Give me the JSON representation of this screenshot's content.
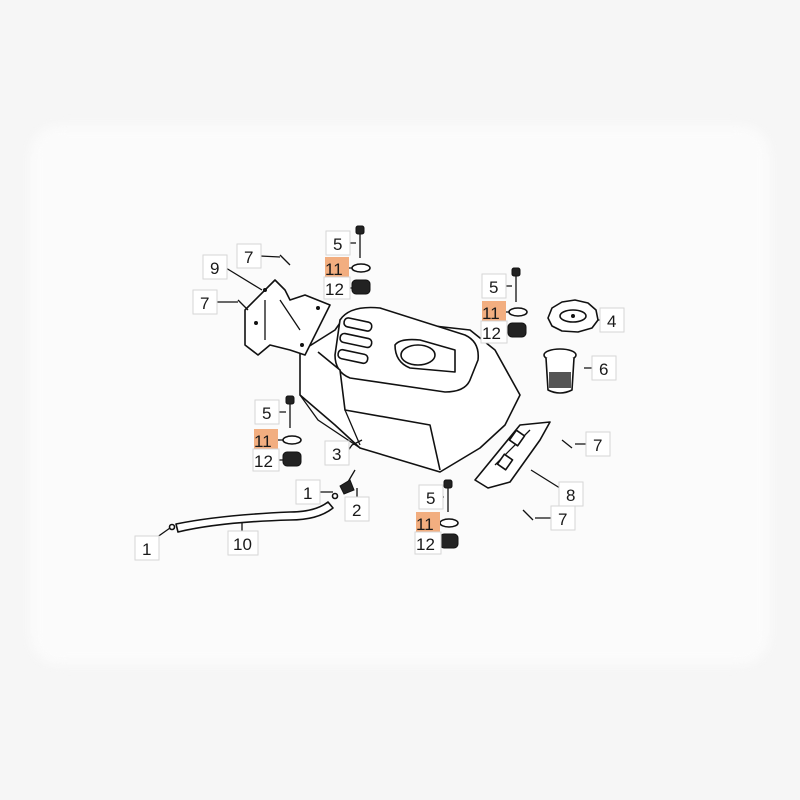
{
  "diagram": {
    "highlight_color": "#f2ae80",
    "callouts": [
      {
        "number": "7",
        "part": "bolt",
        "highlighted": false
      },
      {
        "number": "9",
        "part": "tank-bracket-left",
        "highlighted": false
      },
      {
        "number": "7",
        "part": "bolt",
        "highlighted": false
      },
      {
        "number": "5",
        "part": "bolt",
        "highlighted": false
      },
      {
        "number": "11",
        "part": "washer",
        "highlighted": true
      },
      {
        "number": "12",
        "part": "rubber-mount",
        "highlighted": false
      },
      {
        "number": "5",
        "part": "bolt",
        "highlighted": false
      },
      {
        "number": "11",
        "part": "washer",
        "highlighted": true
      },
      {
        "number": "12",
        "part": "rubber-mount",
        "highlighted": false
      },
      {
        "number": "4",
        "part": "fuel-cap",
        "highlighted": false
      },
      {
        "number": "6",
        "part": "fuel-filter",
        "highlighted": false
      },
      {
        "number": "5",
        "part": "bolt",
        "highlighted": false
      },
      {
        "number": "11",
        "part": "washer",
        "highlighted": true
      },
      {
        "number": "12",
        "part": "rubber-mount",
        "highlighted": false
      },
      {
        "number": "3",
        "part": "fuel-tank",
        "highlighted": false
      },
      {
        "number": "1",
        "part": "hose-clamp",
        "highlighted": false
      },
      {
        "number": "2",
        "part": "fuel-valve",
        "highlighted": false
      },
      {
        "number": "10",
        "part": "fuel-hose",
        "highlighted": false
      },
      {
        "number": "1",
        "part": "hose-clamp",
        "highlighted": false
      },
      {
        "number": "5",
        "part": "bolt",
        "highlighted": false
      },
      {
        "number": "11",
        "part": "washer",
        "highlighted": true
      },
      {
        "number": "12",
        "part": "rubber-mount",
        "highlighted": false
      },
      {
        "number": "7",
        "part": "bolt",
        "highlighted": false
      },
      {
        "number": "8",
        "part": "tank-bracket-right",
        "highlighted": false
      },
      {
        "number": "7",
        "part": "bolt",
        "highlighted": false
      }
    ]
  }
}
